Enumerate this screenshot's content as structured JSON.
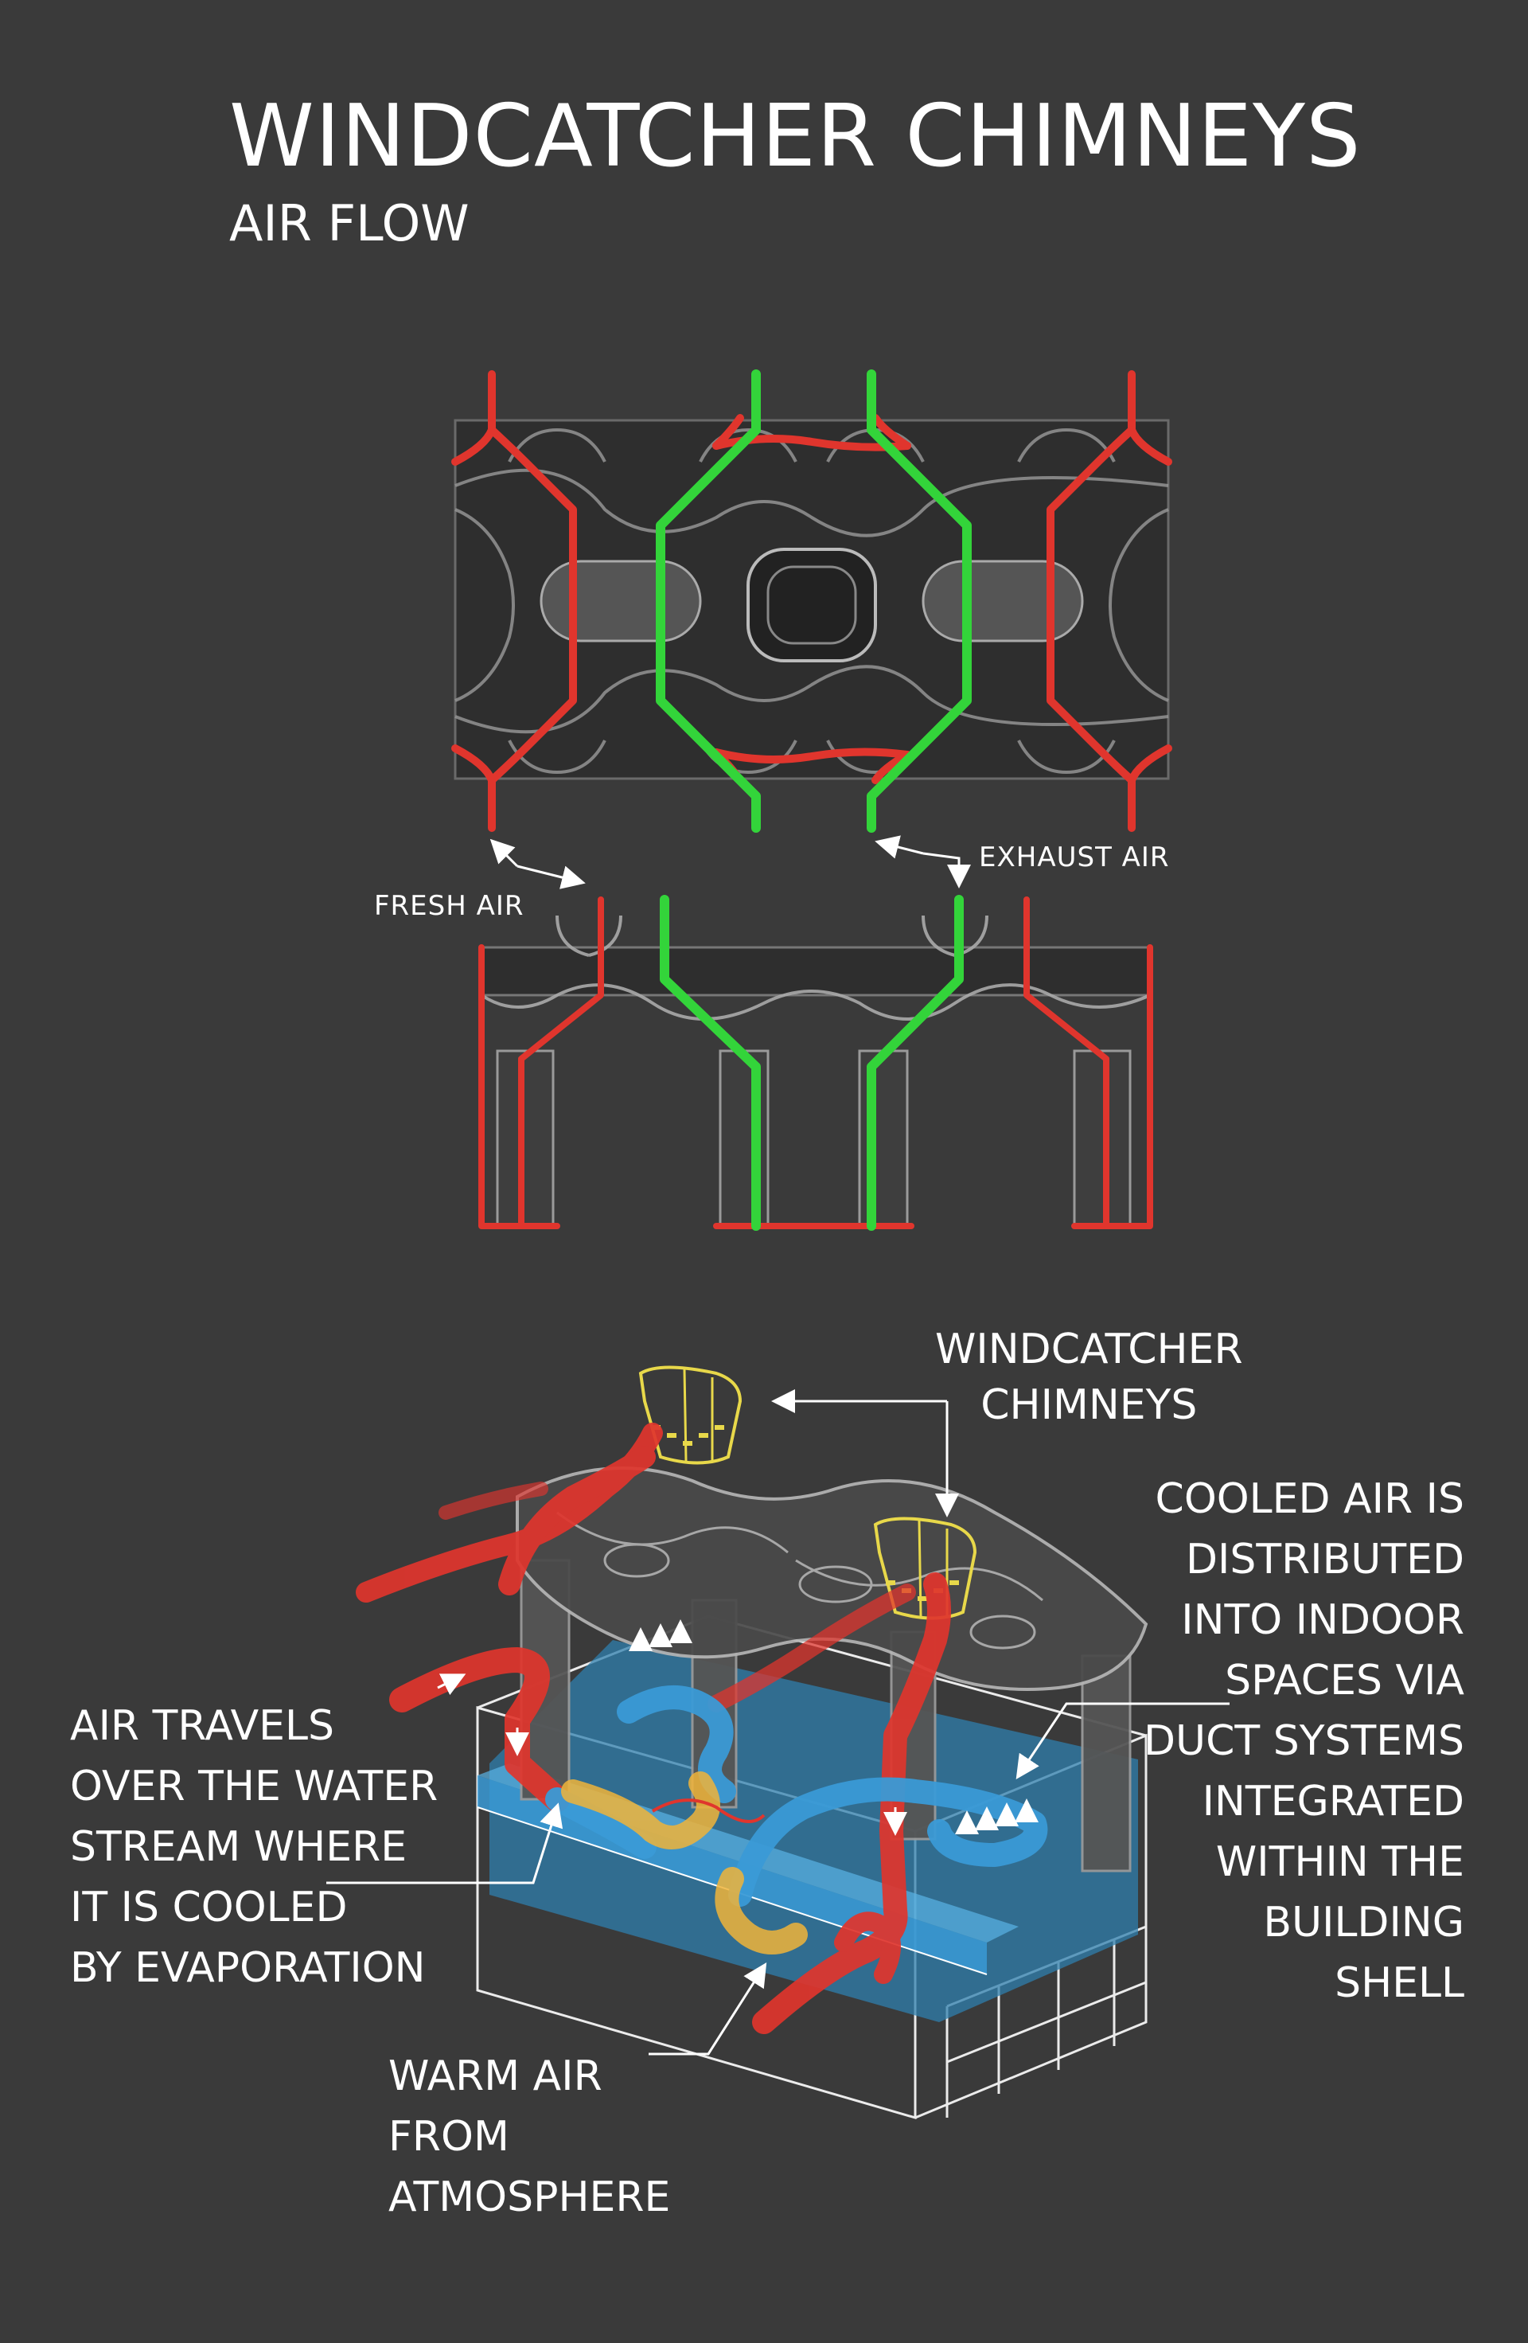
{
  "header": {
    "title": "WINDCATCHER CHIMNEYS",
    "subtitle": "AIR FLOW"
  },
  "plan_labels": {
    "fresh_air": "FRESH AIR",
    "exhaust_air": "EXHAUST AIR"
  },
  "axon_labels": {
    "windcatcher": [
      "WINDCATCHER",
      "CHIMNEYS"
    ],
    "cooled_air": [
      "COOLED AIR IS",
      "DISTRIBUTED",
      "INTO INDOOR",
      "SPACES  VIA",
      "DUCT SYSTEMS",
      "INTEGRATED",
      "WITHIN THE",
      "BUILDING",
      "SHELL"
    ],
    "air_travels": [
      "AIR TRAVELS",
      "OVER THE WATER",
      "STREAM WHERE",
      "IT IS COOLED",
      "BY EVAPORATION"
    ],
    "warm_air": [
      "WARM AIR",
      "FROM",
      "ATMOSPHERE"
    ]
  },
  "colors": {
    "background": "#3a3a3a",
    "fresh_air": "#e0352d",
    "exhaust_air": "#33d43a",
    "cooled_air": "#3a9ad6",
    "water": "#2f7fae",
    "warm_transition": "#f0b43a",
    "chimney": "#e8d84a"
  }
}
